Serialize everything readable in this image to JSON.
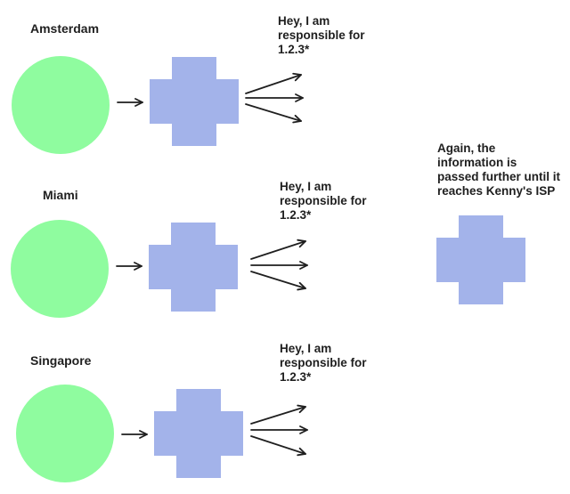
{
  "colors": {
    "location_node": "#8ffc9f",
    "router": "#a3b3ea",
    "arrow": "#1f1f1f"
  },
  "locations": [
    {
      "name": "Amsterdam",
      "announcement": "Hey, I am\nresponsible for\n1.2.3*"
    },
    {
      "name": "Miami",
      "announcement": "Hey, I am\nresponsible for\n1.2.3*"
    },
    {
      "name": "Singapore",
      "announcement": "Hey, I am\nresponsible for\n1.2.3*"
    }
  ],
  "note": {
    "text": "Again, the\ninformation is\npassed further until it\nreaches Kenny's ISP"
  }
}
